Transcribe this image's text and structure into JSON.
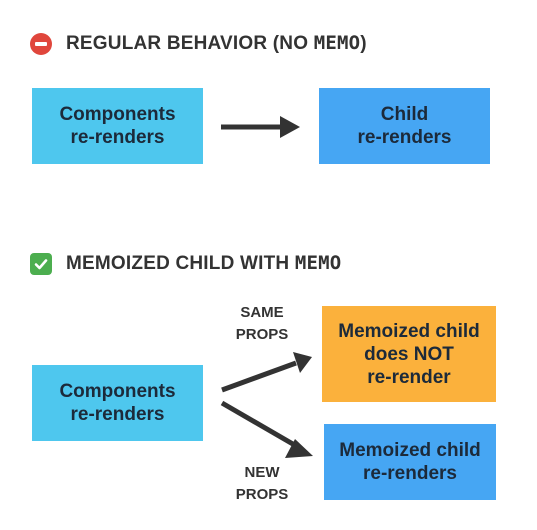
{
  "section1": {
    "title_prefix": "REGULAR BEHAVIOR (NO ",
    "title_code": "MEMO",
    "title_suffix": ")",
    "icon": "no-entry-icon",
    "parent_box": "Components\nre-renders",
    "child_box": "Child\nre-renders"
  },
  "section2": {
    "title_prefix": "MEMOIZED CHILD WITH ",
    "title_code": "MEMO",
    "icon": "check-mark-icon",
    "parent_box": "Components\nre-renders",
    "same_props_label": "SAME\nPROPS",
    "new_props_label": "NEW\nPROPS",
    "memo_no_render_box": "Memoized child\ndoes NOT\nre-render",
    "memo_render_box": "Memoized child\nre-renders"
  },
  "colors": {
    "parent": "#4ec7ee",
    "child": "#46a6f3",
    "memo_no_render": "#fbb13c",
    "arrow": "#333333"
  }
}
